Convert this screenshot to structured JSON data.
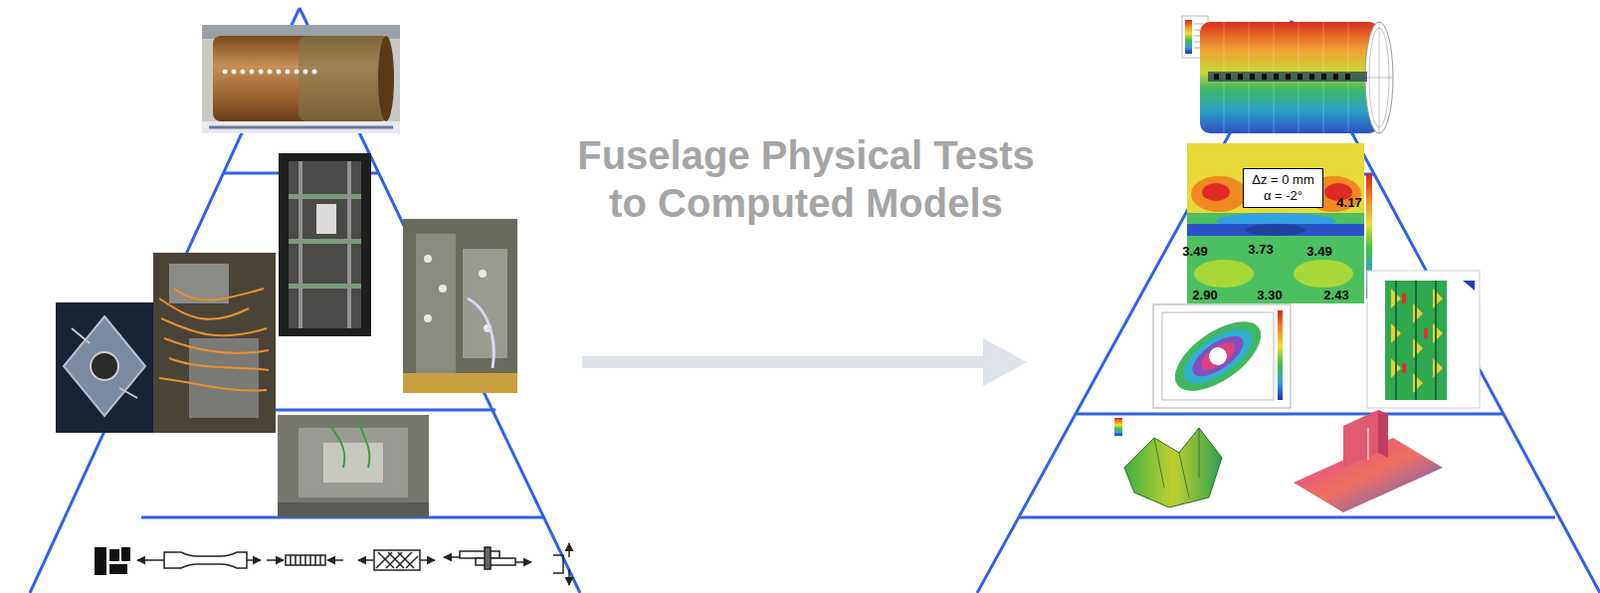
{
  "diagram": {
    "title": "Fuselage Physical Tests to Computed Models",
    "nodes": [
      {
        "text": [
          "Δz = 0 mm",
          "α = -2°"
        ]
      }
    ],
    "labels": [
      "3.49",
      "3.73",
      "3.49",
      "4.17",
      "2.90",
      "3.30",
      "2.43"
    ]
  }
}
